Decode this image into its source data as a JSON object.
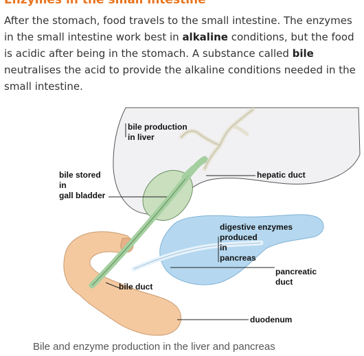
{
  "heading": "Enzymes in the small intestine",
  "intro": {
    "part1": "After the stomach, food travels to the small intestine. The enzymes in the small intestine work best in ",
    "bold1": "alkaline",
    "part2": " conditions, but the food is acidic after being in the stomach. A substance called ",
    "bold2": "bile",
    "part3": " neutralises the acid to provide the alkaline conditions needed in the small intestine."
  },
  "labels": {
    "bile_production_1": "bile production",
    "bile_production_2": "in liver",
    "bile_stored_1": "bile stored",
    "bile_stored_2": "in",
    "bile_stored_3": "gall bladder",
    "hepatic_duct": "hepatic duct",
    "enzymes_1": "digestive enzymes",
    "enzymes_2": "produced",
    "enzymes_3": "in",
    "enzymes_4": "pancreas",
    "pancreatic_duct_1": "pancreatic",
    "pancreatic_duct_2": "duct",
    "bile_duct": "bile duct",
    "duodenum": "duodenum"
  },
  "caption": "Bile and enzyme production in the liver and pancreas",
  "colors": {
    "heading": "#e8731d",
    "liver_fill": "#f1f1f3",
    "liver_ducts": "#e4e1cf",
    "gall_bladder": "#c9dfbe",
    "bile_duct_tube": "#a5cfa0",
    "pancreas": "#b5d8f0",
    "duodenum": "#f4c9a0"
  }
}
